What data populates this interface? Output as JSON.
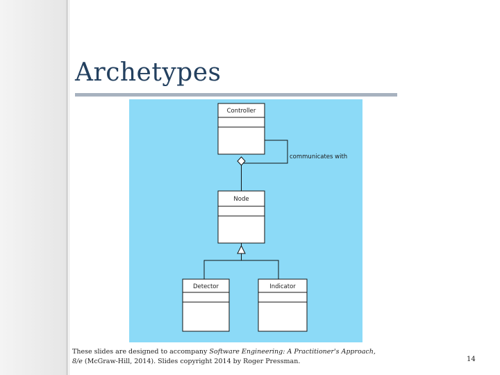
{
  "slide": {
    "title": "Archetypes",
    "page_number": "14"
  },
  "diagram": {
    "classes": {
      "controller": "Controller",
      "node": "Node",
      "detector": "Detector",
      "indicator": "Indicator"
    },
    "association_label": "communicates with"
  },
  "footer": {
    "prefix": "These slides are designed to accompany ",
    "book_title": "Software Engineering: A Practitioner's Approach, 8/e",
    "suffix": " (McGraw-Hill, 2014). Slides copyright 2014 by Roger Pressman."
  },
  "colors": {
    "diagram_background": "#8cdaf7",
    "title": "#23405f",
    "title_rule": "#a7b2bf"
  }
}
